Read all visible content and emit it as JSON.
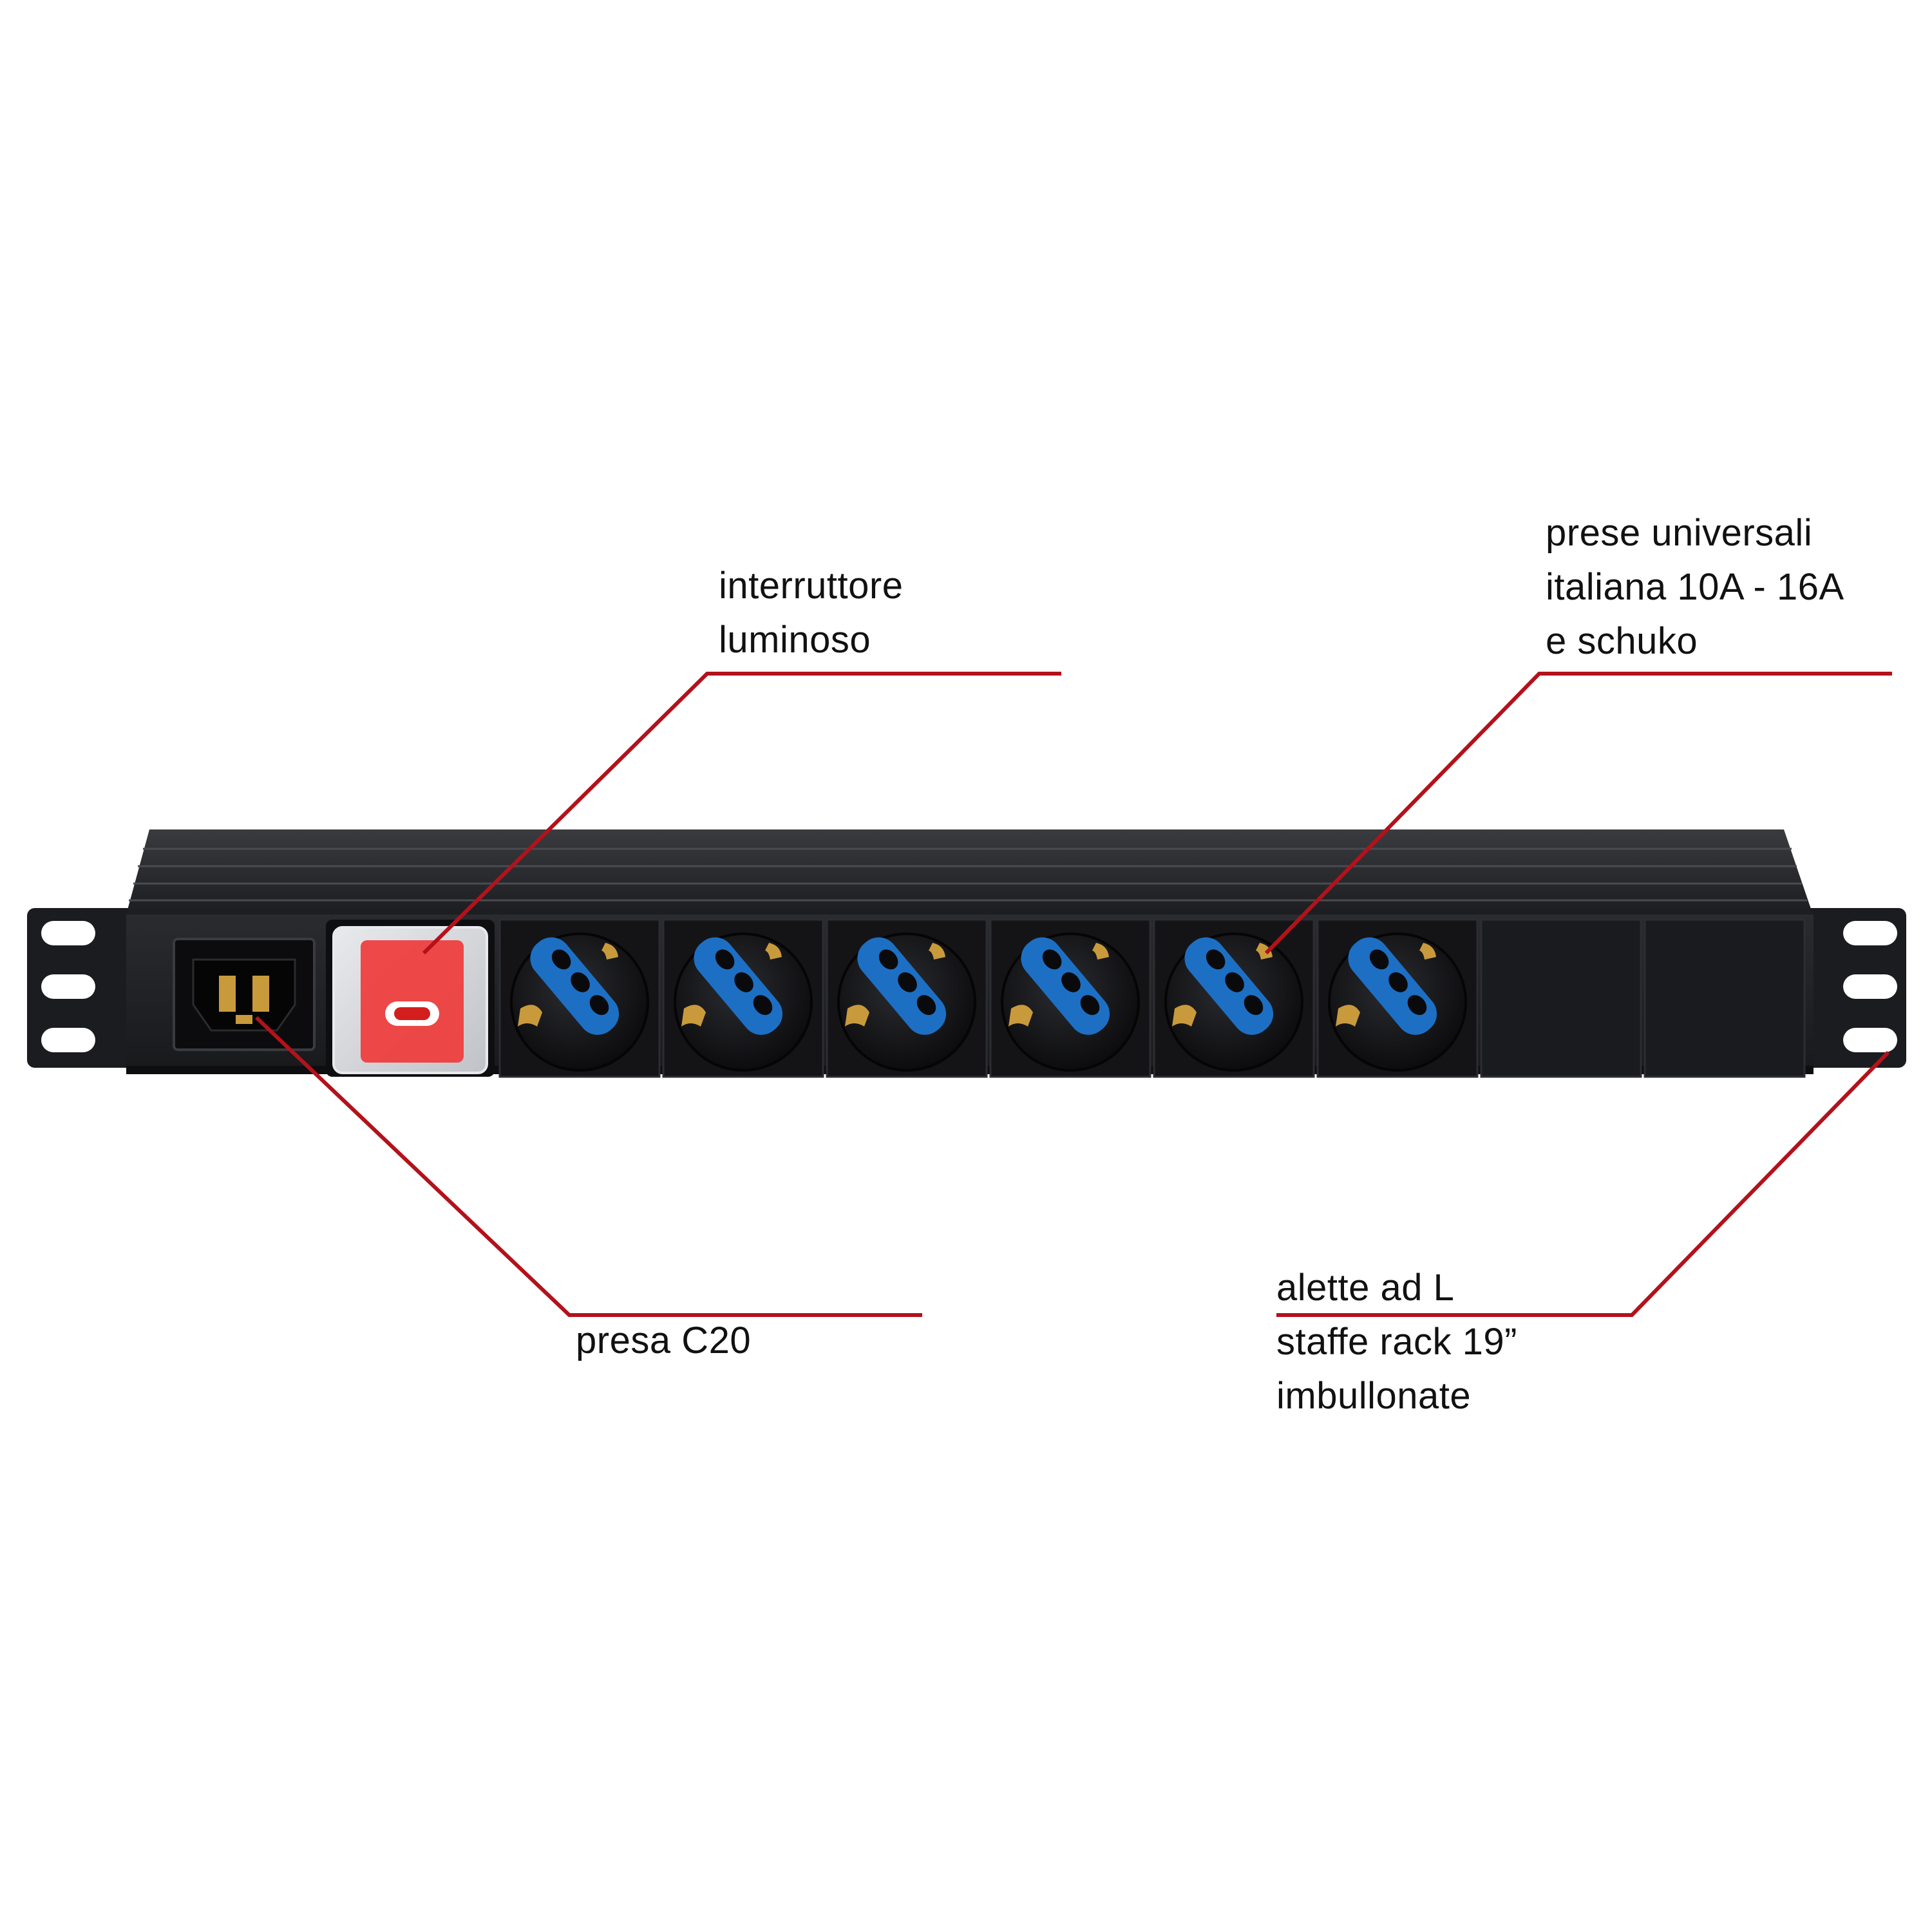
{
  "callouts": {
    "interruttore": {
      "lines": [
        "interruttore",
        "luminoso"
      ]
    },
    "prese": {
      "lines": [
        "prese universali",
        "italiana 10A - 16A",
        "e schuko"
      ]
    },
    "presa_c20": {
      "lines": [
        "presa C20"
      ]
    },
    "alette": {
      "lines": [
        "alette ad L",
        "staffe rack 19”",
        "imbullonate"
      ]
    }
  },
  "colors": {
    "leader": "#b3121b",
    "body": "#1e1e20",
    "panel": "#141416",
    "socket_blue": "#1d6fc4",
    "switch_red": "#ef3b3b",
    "brass": "#c99a3c"
  },
  "device": {
    "socket_count": 6,
    "blank_module_count": 2
  }
}
